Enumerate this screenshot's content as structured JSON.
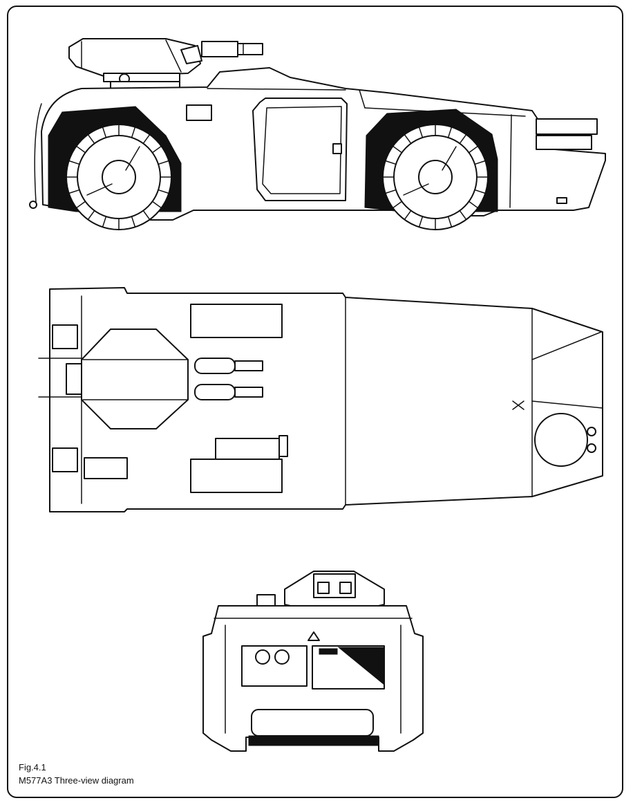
{
  "caption": {
    "figure_number": "Fig.4.1",
    "figure_title": "M577A3 Three-view diagram"
  },
  "views": [
    "side-view",
    "top-view",
    "front-view"
  ]
}
